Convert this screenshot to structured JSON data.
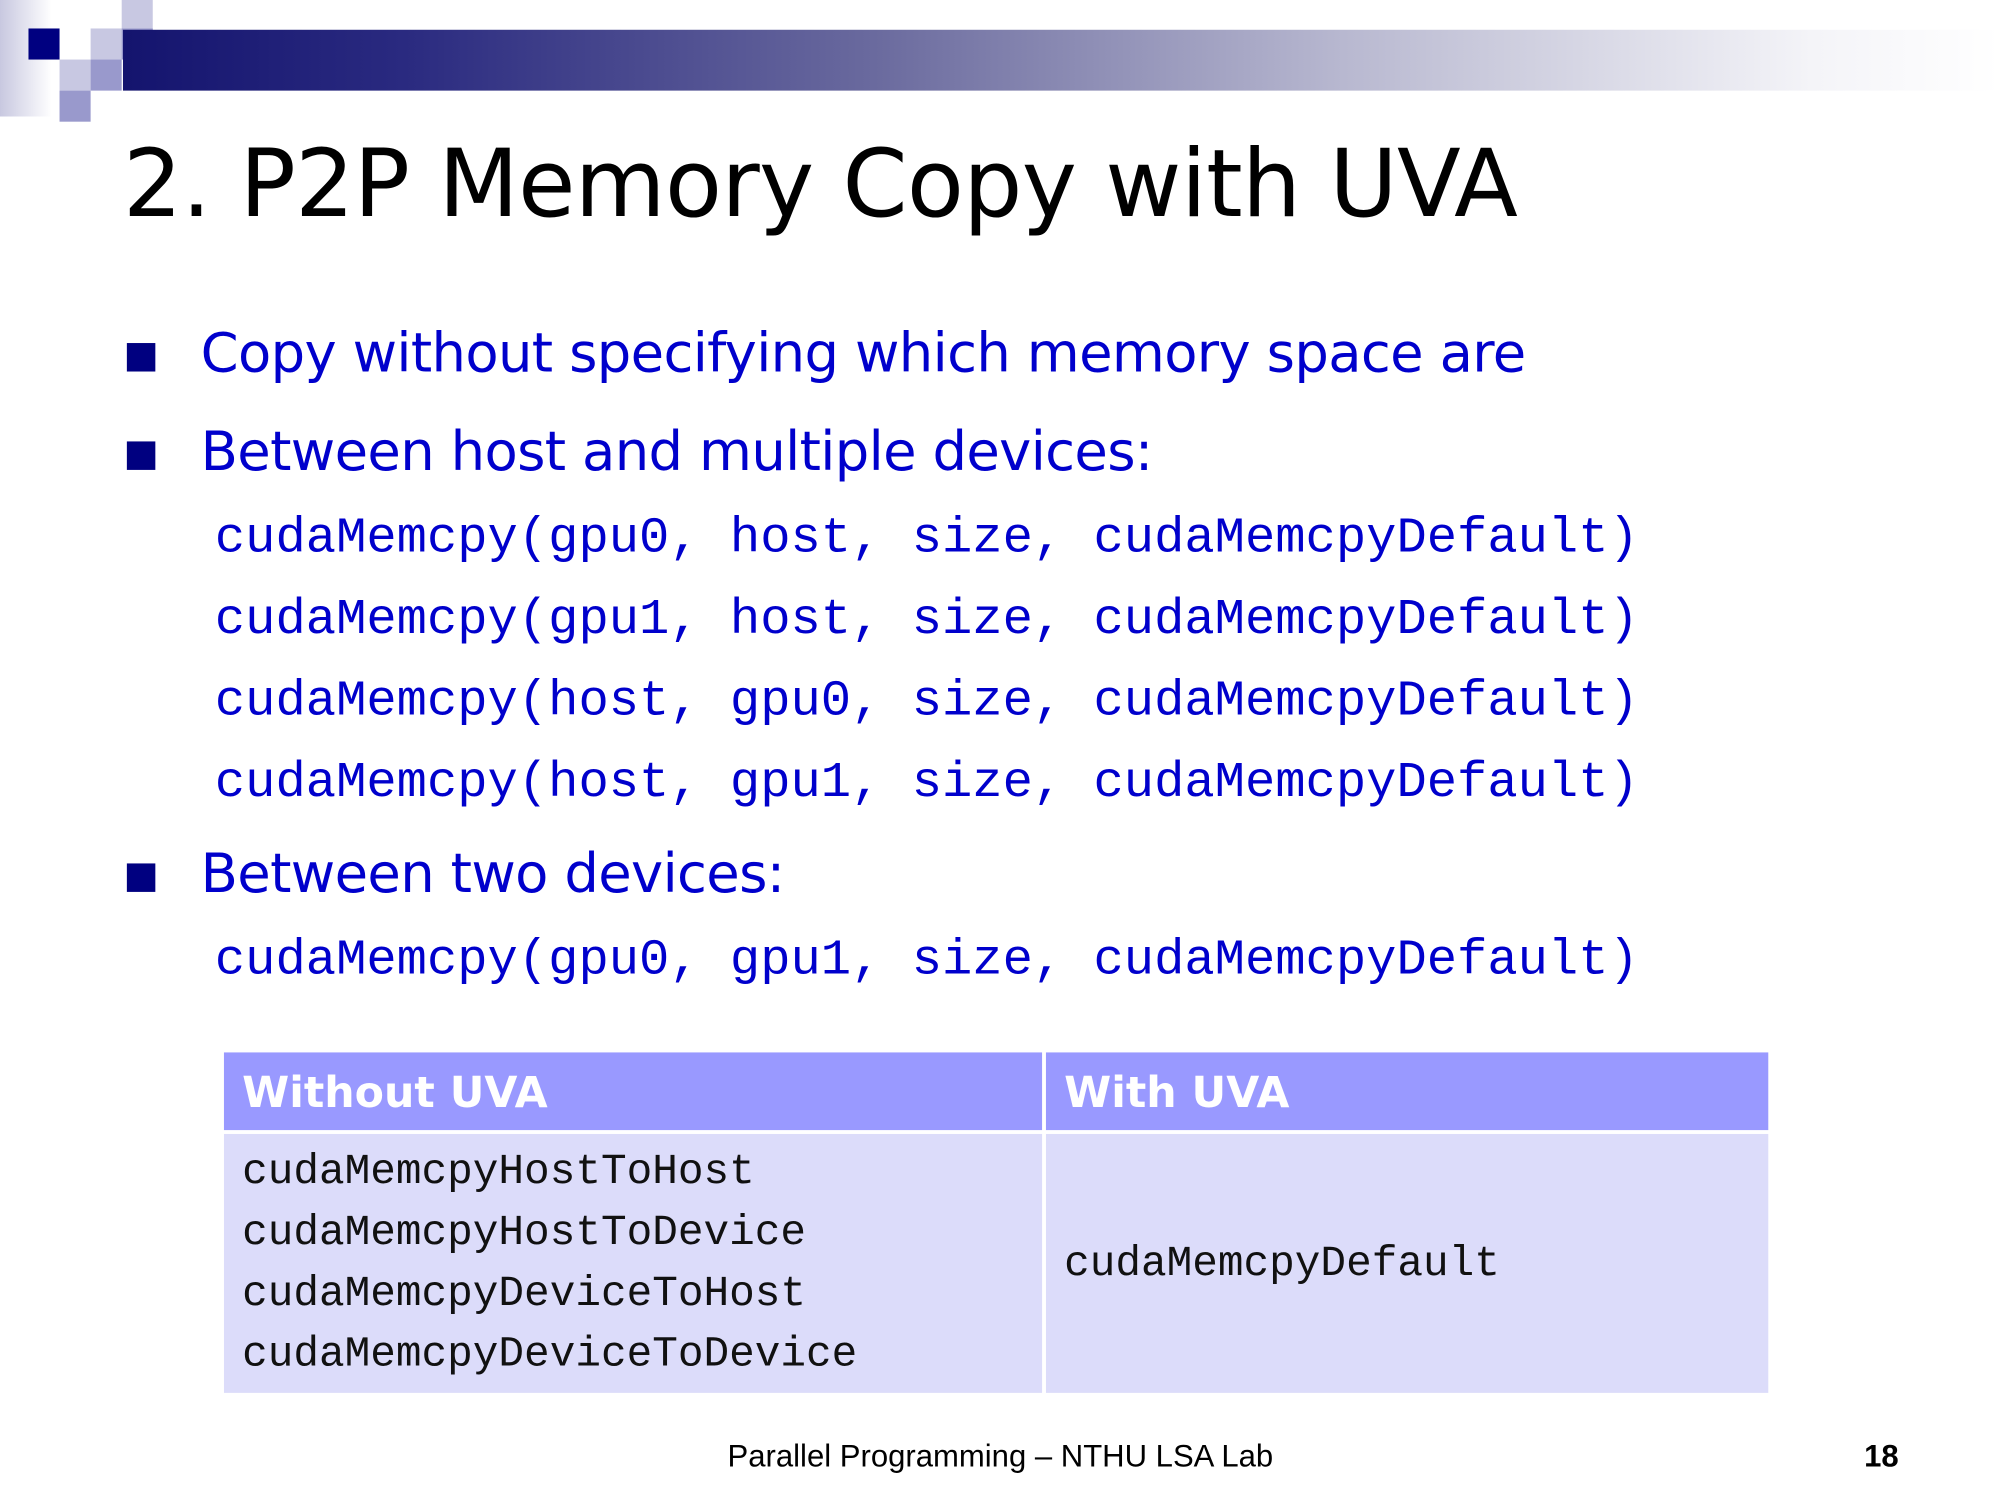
{
  "slide": {
    "title": "2. P2P Memory Copy with UVA",
    "bullets": [
      {
        "text": "Copy without specifying which memory space are"
      },
      {
        "text": "Between host and multiple devices:",
        "code": [
          "cudaMemcpy(gpu0, host, size, cudaMemcpyDefault)",
          "cudaMemcpy(gpu1, host, size, cudaMemcpyDefault)",
          "cudaMemcpy(host, gpu0, size, cudaMemcpyDefault)",
          "cudaMemcpy(host, gpu1, size, cudaMemcpyDefault)"
        ]
      },
      {
        "text": "Between two devices:",
        "code": [
          "cudaMemcpy(gpu0, gpu1, size, cudaMemcpyDefault)"
        ]
      }
    ],
    "table": {
      "headers": [
        "Without UVA",
        "With UVA"
      ],
      "without": [
        "cudaMemcpyHostToHost",
        "cudaMemcpyHostToDevice",
        "cudaMemcpyDeviceToHost",
        "cudaMemcpyDeviceToDevice"
      ],
      "with": "cudaMemcpyDefault"
    },
    "footer": "Parallel Programming – NTHU LSA Lab",
    "page_number": "18"
  },
  "colors": {
    "accent": "#0000cc",
    "header": "#9999ff",
    "cell": "#dcdcfa",
    "bar": "#14146e"
  }
}
